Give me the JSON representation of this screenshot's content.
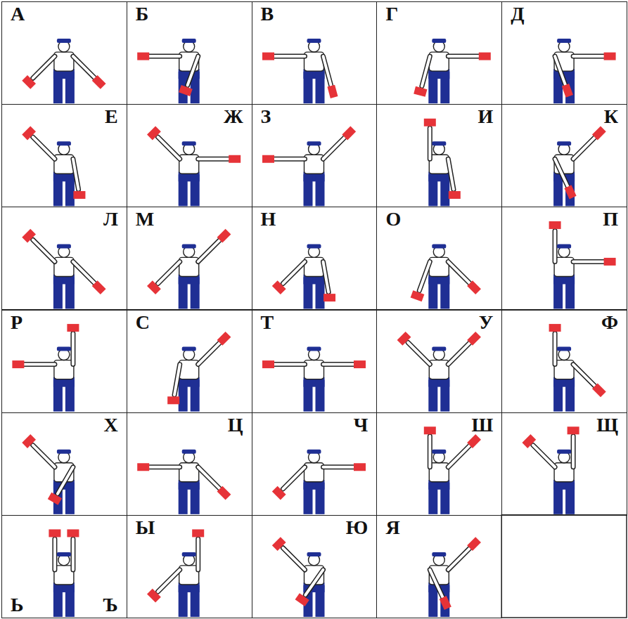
{
  "diagram": {
    "nodes": [
      {
        "text": [
          "А"
        ]
      },
      {
        "text": [
          "Б"
        ]
      },
      {
        "text": [
          "В"
        ]
      },
      {
        "text": [
          "Г"
        ]
      },
      {
        "text": [
          "Д"
        ]
      },
      {
        "text": [
          "Е"
        ]
      },
      {
        "text": [
          "Ж"
        ]
      },
      {
        "text": [
          "З"
        ]
      },
      {
        "text": [
          "И"
        ]
      },
      {
        "text": [
          "К"
        ]
      },
      {
        "text": [
          "Л"
        ]
      },
      {
        "text": [
          "М"
        ]
      },
      {
        "text": [
          "Н"
        ]
      },
      {
        "text": [
          "О"
        ]
      },
      {
        "text": [
          "П"
        ]
      },
      {
        "text": [
          "Р"
        ]
      },
      {
        "text": [
          "С"
        ]
      },
      {
        "text": [
          "Т"
        ]
      },
      {
        "text": [
          "У"
        ]
      },
      {
        "text": [
          "Ф"
        ]
      },
      {
        "text": [
          "Х"
        ]
      },
      {
        "text": [
          "Ц"
        ]
      },
      {
        "text": [
          "Ч"
        ]
      },
      {
        "text": [
          "Ш"
        ]
      },
      {
        "text": [
          "Щ"
        ]
      },
      {
        "text": [
          "Ь",
          "Ъ"
        ]
      },
      {
        "text": [
          "Ы"
        ]
      },
      {
        "text": [
          "Ю"
        ]
      },
      {
        "text": [
          "Я"
        ]
      }
    ]
  }
}
